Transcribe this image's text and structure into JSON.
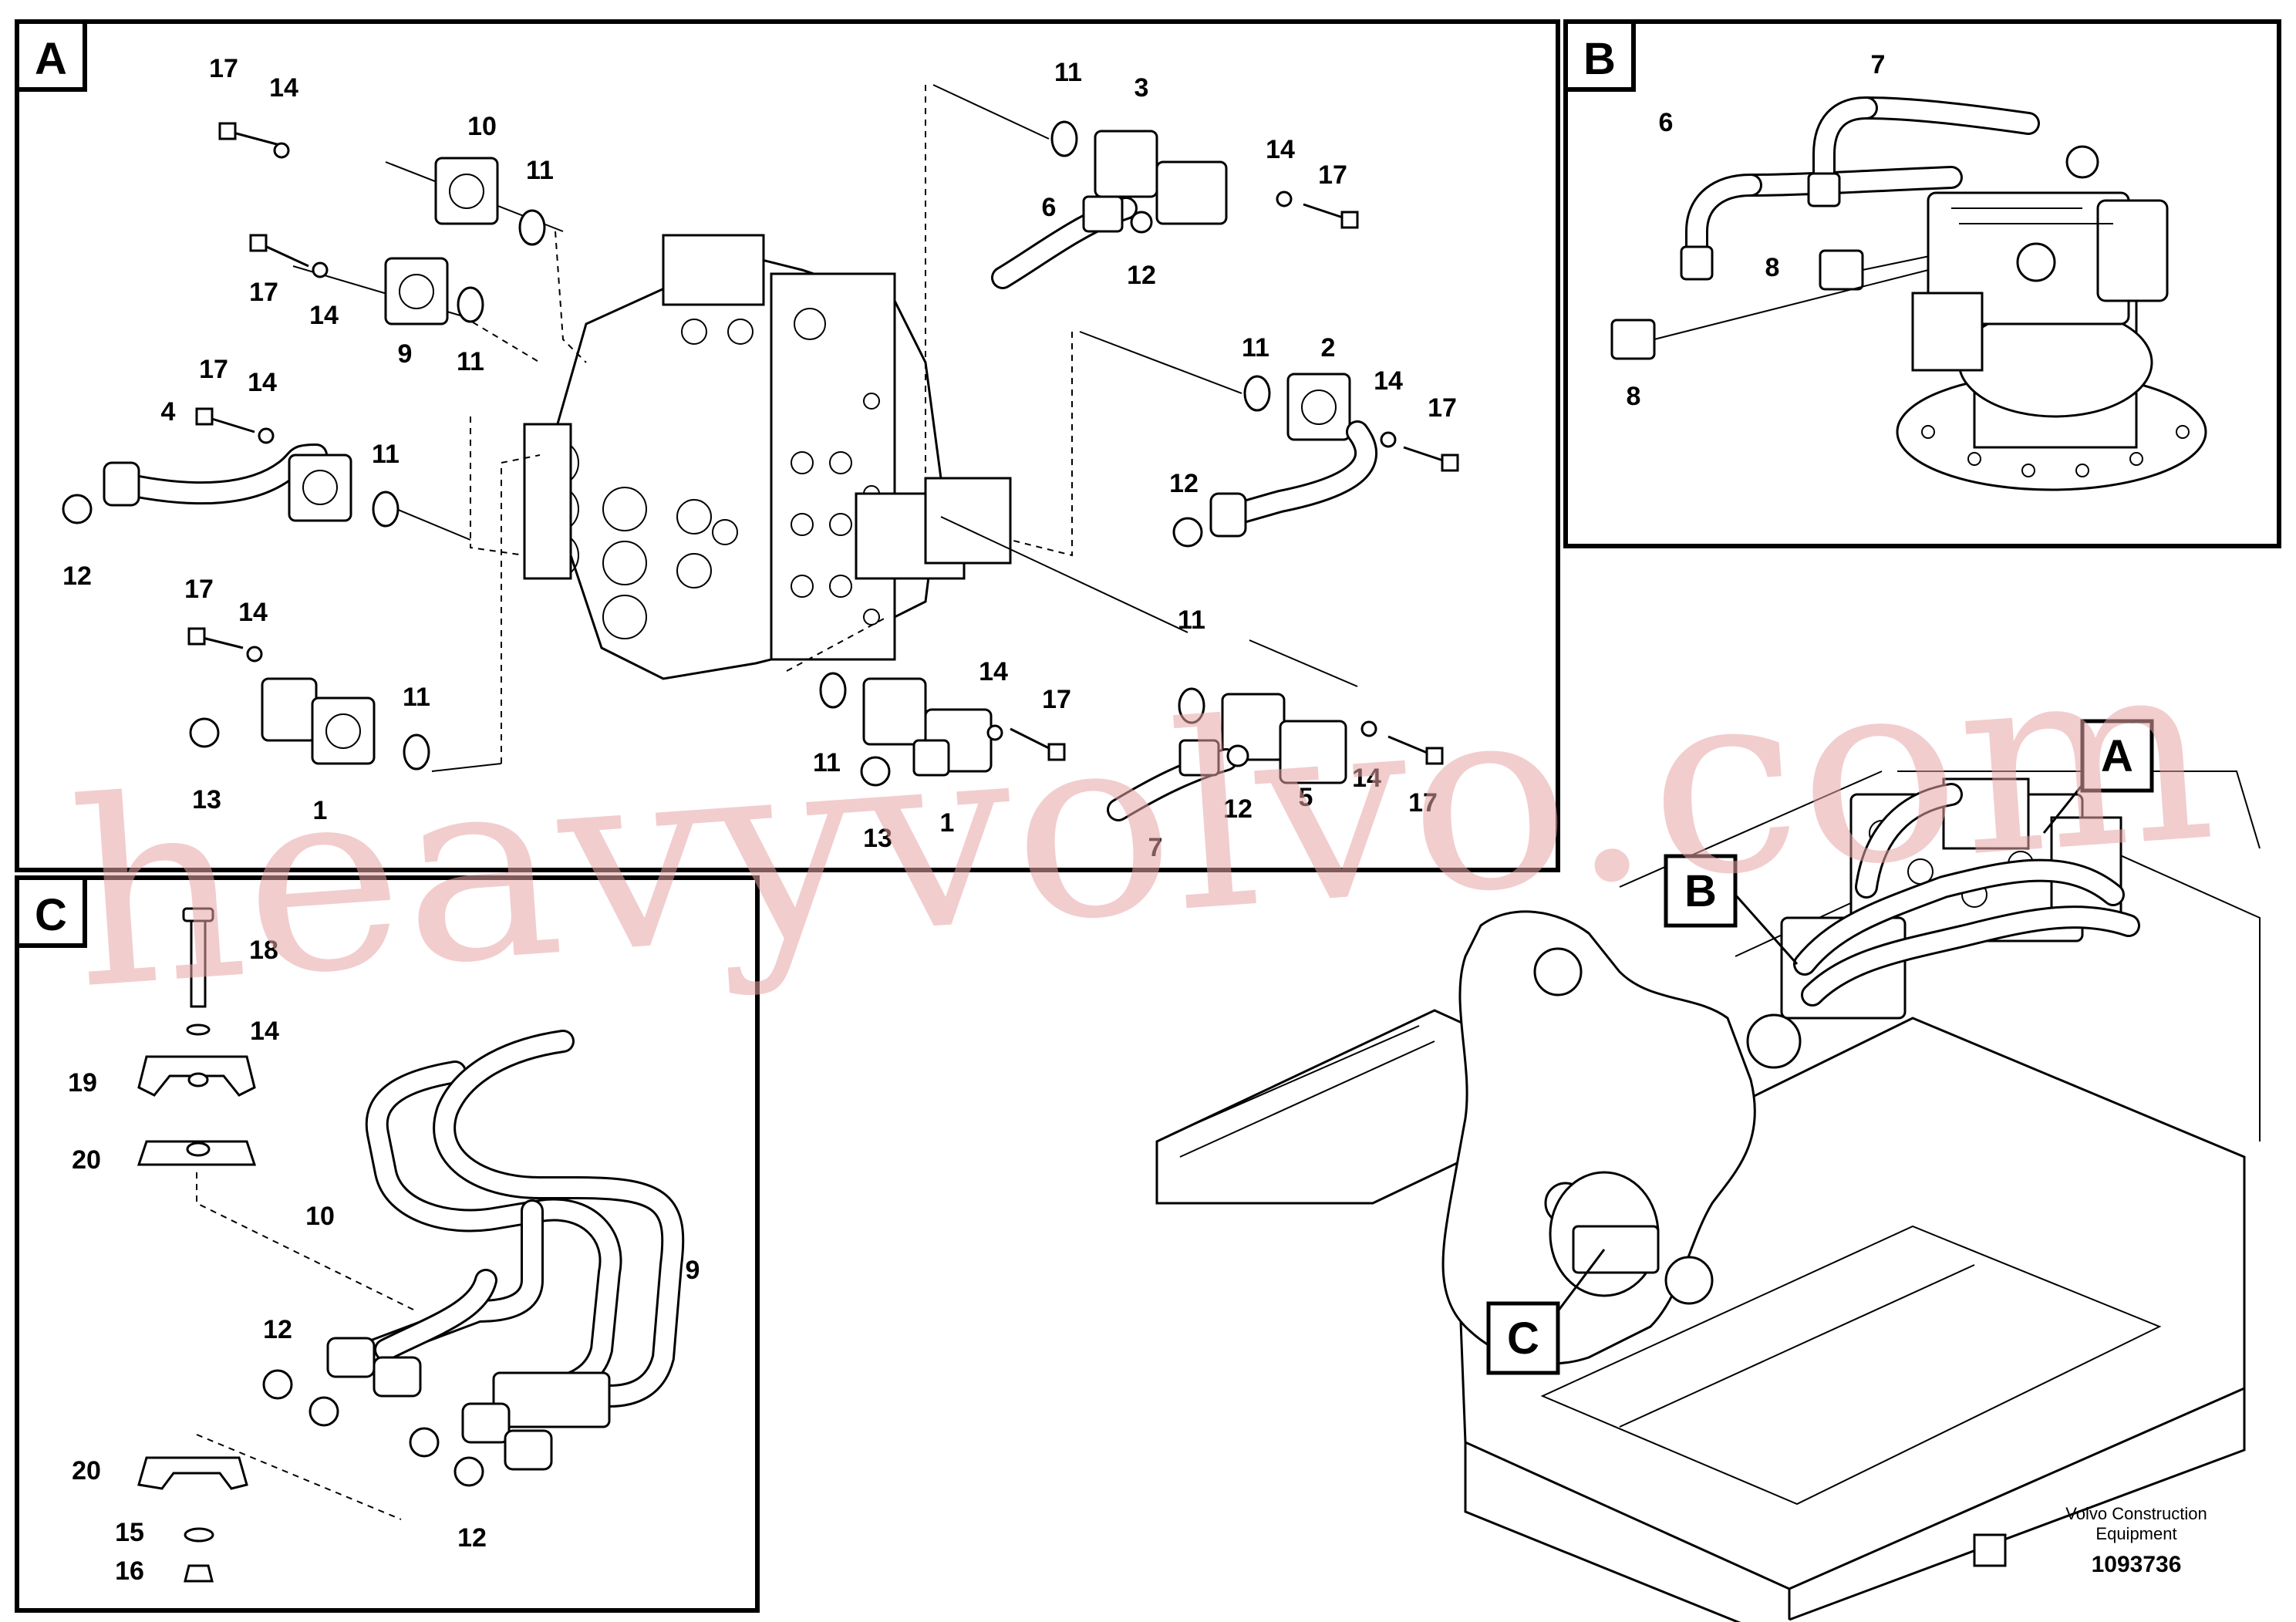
{
  "panels": {
    "a": {
      "letter": "A"
    },
    "b": {
      "letter": "B"
    },
    "c": {
      "letter": "C"
    }
  },
  "callouts": {
    "a": "A",
    "b": "B",
    "c": "C"
  },
  "panel_a_labels": [
    "17",
    "14",
    "10",
    "11",
    "17",
    "14",
    "9",
    "11",
    "17",
    "14",
    "4",
    "11",
    "12",
    "17",
    "14",
    "11",
    "13",
    "1",
    "11",
    "3",
    "14",
    "17",
    "6",
    "12",
    "11",
    "2",
    "14",
    "17",
    "12",
    "11",
    "14",
    "17",
    "11",
    "13",
    "1",
    "12",
    "7",
    "5",
    "14",
    "17"
  ],
  "panel_b_labels": [
    "6",
    "7",
    "8",
    "8"
  ],
  "panel_c_labels": [
    "18",
    "14",
    "19",
    "20",
    "10",
    "9",
    "12",
    "20",
    "15",
    "16",
    "12"
  ],
  "footer": {
    "company_line1": "Volvo Construction",
    "company_line2": "Equipment",
    "doc_number": "1093736"
  },
  "watermark": "heavyvolvo.com",
  "colors": {
    "line": "#000000",
    "background": "#ffffff",
    "watermark": "#e8a4a4"
  }
}
